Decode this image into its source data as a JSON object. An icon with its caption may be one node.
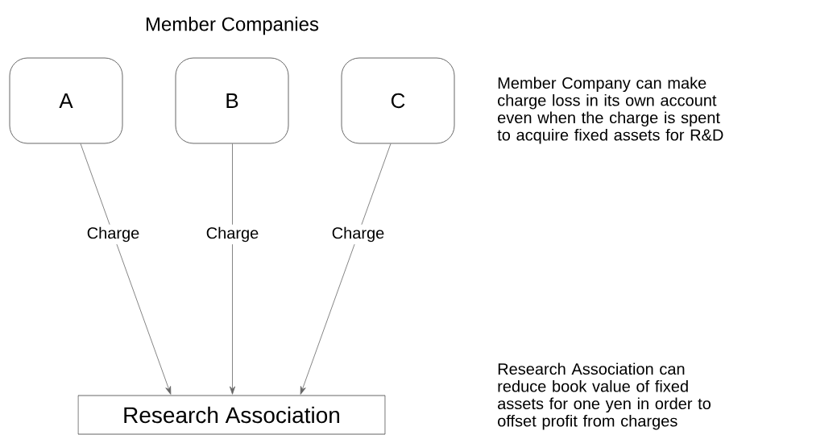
{
  "diagram": {
    "title": "Member Companies",
    "nodes": [
      {
        "text": [
          "A"
        ]
      },
      {
        "text": [
          "B"
        ]
      },
      {
        "text": [
          "C"
        ]
      },
      {
        "text": [
          "Research Association"
        ]
      }
    ],
    "edges": [
      {
        "from": 0,
        "to": 3,
        "arrow": "to",
        "label": "Charge"
      },
      {
        "from": 1,
        "to": 3,
        "arrow": "to",
        "label": "Charge"
      },
      {
        "from": 2,
        "to": 3,
        "arrow": "to",
        "label": "Charge"
      }
    ],
    "labels": [
      "Member Company can make charge loss in its own account even when the charge is spent to acquire fixed assets for R&D",
      "Research Association can reduce book value of fixed assets for one yen in order to offset profit from charges"
    ]
  }
}
